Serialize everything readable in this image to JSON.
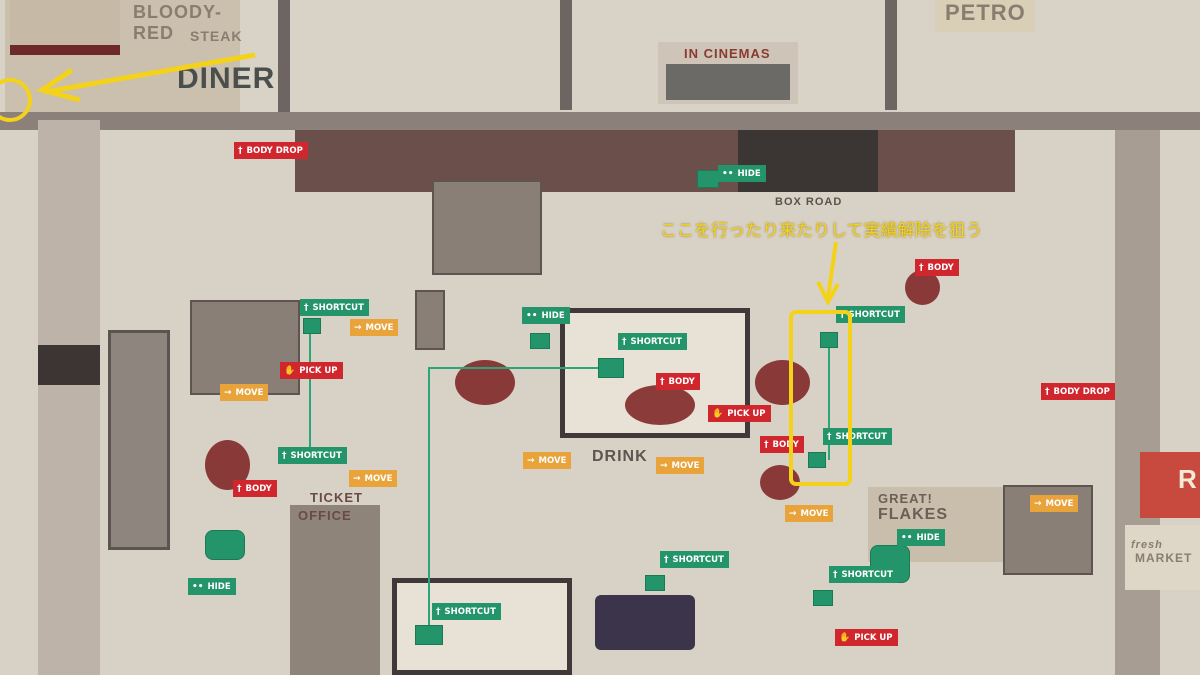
{
  "signs": {
    "diner_line1": "BLOODY-RED",
    "diner_line2": "STEAK",
    "diner_line3": "DINER",
    "cinema": "IN CINEMAS",
    "road": "BOX ROAD",
    "ticket_line1": "TICKET",
    "ticket_line2": "OFFICE",
    "drink": "DRINK",
    "flakes_line1": "GREAT!",
    "flakes_line2": "FLAKES",
    "market_line1": "fresh",
    "market_line2": "MARKET",
    "corner": "R",
    "top_right": "PETRO"
  },
  "annotation": {
    "text": "ここを行ったり来たりして実績解除を狙う"
  },
  "colors": {
    "red": "#d0272f",
    "green": "#24956b",
    "orange": "#e8a33a",
    "annotation": "#f4d21a"
  },
  "labels": [
    {
      "type": "red",
      "icon": "body-icon",
      "text": "BODY DROP"
    },
    {
      "type": "red",
      "icon": "body-icon",
      "text": "BODY"
    },
    {
      "type": "red",
      "icon": "body-icon",
      "text": "BODY"
    },
    {
      "type": "red",
      "icon": "pickup-icon",
      "text": "PICK UP"
    },
    {
      "type": "red",
      "icon": "body-icon",
      "text": "BODY"
    },
    {
      "type": "red",
      "icon": "pickup-icon",
      "text": "PICK UP"
    },
    {
      "type": "red",
      "icon": "body-icon",
      "text": "BODY"
    },
    {
      "type": "red",
      "icon": "body-icon",
      "text": "BODY DROP"
    },
    {
      "type": "red",
      "icon": "pickup-icon",
      "text": "PICK UP"
    },
    {
      "type": "green",
      "icon": "eyes-icon",
      "text": "HIDE"
    },
    {
      "type": "green",
      "icon": "person-icon",
      "text": "SHORTCUT"
    },
    {
      "type": "green",
      "icon": "person-icon",
      "text": "SHORTCUT"
    },
    {
      "type": "green",
      "icon": "eyes-icon",
      "text": "HIDE"
    },
    {
      "type": "green",
      "icon": "person-icon",
      "text": "SHORTCUT"
    },
    {
      "type": "green",
      "icon": "person-icon",
      "text": "SHORTCUT"
    },
    {
      "type": "green",
      "icon": "person-icon",
      "text": "SHORTCUT"
    },
    {
      "type": "green",
      "icon": "eyes-icon",
      "text": "HIDE"
    },
    {
      "type": "green",
      "icon": "person-icon",
      "text": "SHORTCUT"
    },
    {
      "type": "green",
      "icon": "person-icon",
      "text": "SHORTCUT"
    },
    {
      "type": "green",
      "icon": "person-icon",
      "text": "SHORTCUT"
    },
    {
      "type": "green",
      "icon": "eyes-icon",
      "text": "HIDE"
    },
    {
      "type": "orange",
      "icon": "arrow-icon",
      "text": "MOVE"
    },
    {
      "type": "orange",
      "icon": "arrow-icon",
      "text": "MOVE"
    },
    {
      "type": "orange",
      "icon": "arrow-icon",
      "text": "MOVE"
    },
    {
      "type": "orange",
      "icon": "arrow-icon",
      "text": "MOVE"
    },
    {
      "type": "orange",
      "icon": "arrow-icon",
      "text": "MOVE"
    },
    {
      "type": "orange",
      "icon": "arrow-icon",
      "text": "MOVE"
    },
    {
      "type": "orange",
      "icon": "arrow-icon",
      "text": "MOVE"
    }
  ]
}
